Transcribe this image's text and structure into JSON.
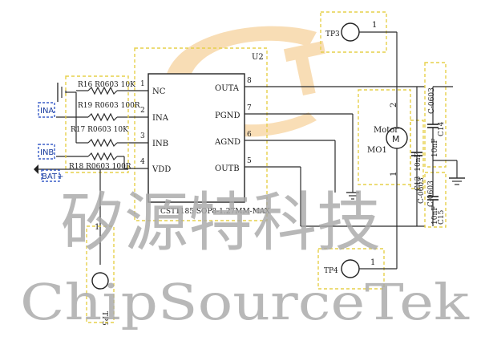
{
  "chip": {
    "designator": "U2",
    "part": "CST1185 SOP8-1.27MM-MAX",
    "left_pins": [
      {
        "num": "1",
        "name": "NC"
      },
      {
        "num": "2",
        "name": "INA"
      },
      {
        "num": "3",
        "name": "INB"
      },
      {
        "num": "4",
        "name": "VDD"
      }
    ],
    "right_pins": [
      {
        "num": "8",
        "name": "OUTA"
      },
      {
        "num": "7",
        "name": "PGND"
      },
      {
        "num": "6",
        "name": "AGND"
      },
      {
        "num": "5",
        "name": "OUTB"
      }
    ]
  },
  "resistors": [
    {
      "label": "R16 R0603 10K"
    },
    {
      "label": "R19 R0603 100R"
    },
    {
      "label": "R17 R0603 10K"
    },
    {
      "label": "R18 R0603 100R"
    }
  ],
  "ports": {
    "ina": "INA",
    "inb": "INB",
    "bat": "BAT+"
  },
  "test_points": {
    "tp3": {
      "name": "TP3",
      "pin": "1"
    },
    "tp4": {
      "name": "TP4",
      "pin": "1"
    },
    "tp5": {
      "name": "TP5",
      "pin": "1"
    }
  },
  "motor": {
    "name": "Motor",
    "designator": "MO1",
    "symbol": "M",
    "pin_top": "2",
    "pin_bottom": "1"
  },
  "capacitors": {
    "c13": {
      "designator": "C13",
      "value": "10nF",
      "package": "C-0603"
    },
    "c14": {
      "designator": "C14",
      "value": "10nF",
      "package": "C-0603"
    },
    "c15": {
      "designator": "C15",
      "value": "10nF",
      "package": "C-0603"
    }
  },
  "watermark": {
    "chinese": "矽源特科技",
    "english": "ChipSourceTek"
  },
  "colors": {
    "wire": "#2b2b2b",
    "dash": "#e6d04a",
    "port": "#3b5fc9",
    "logo": "#f4c27a"
  }
}
